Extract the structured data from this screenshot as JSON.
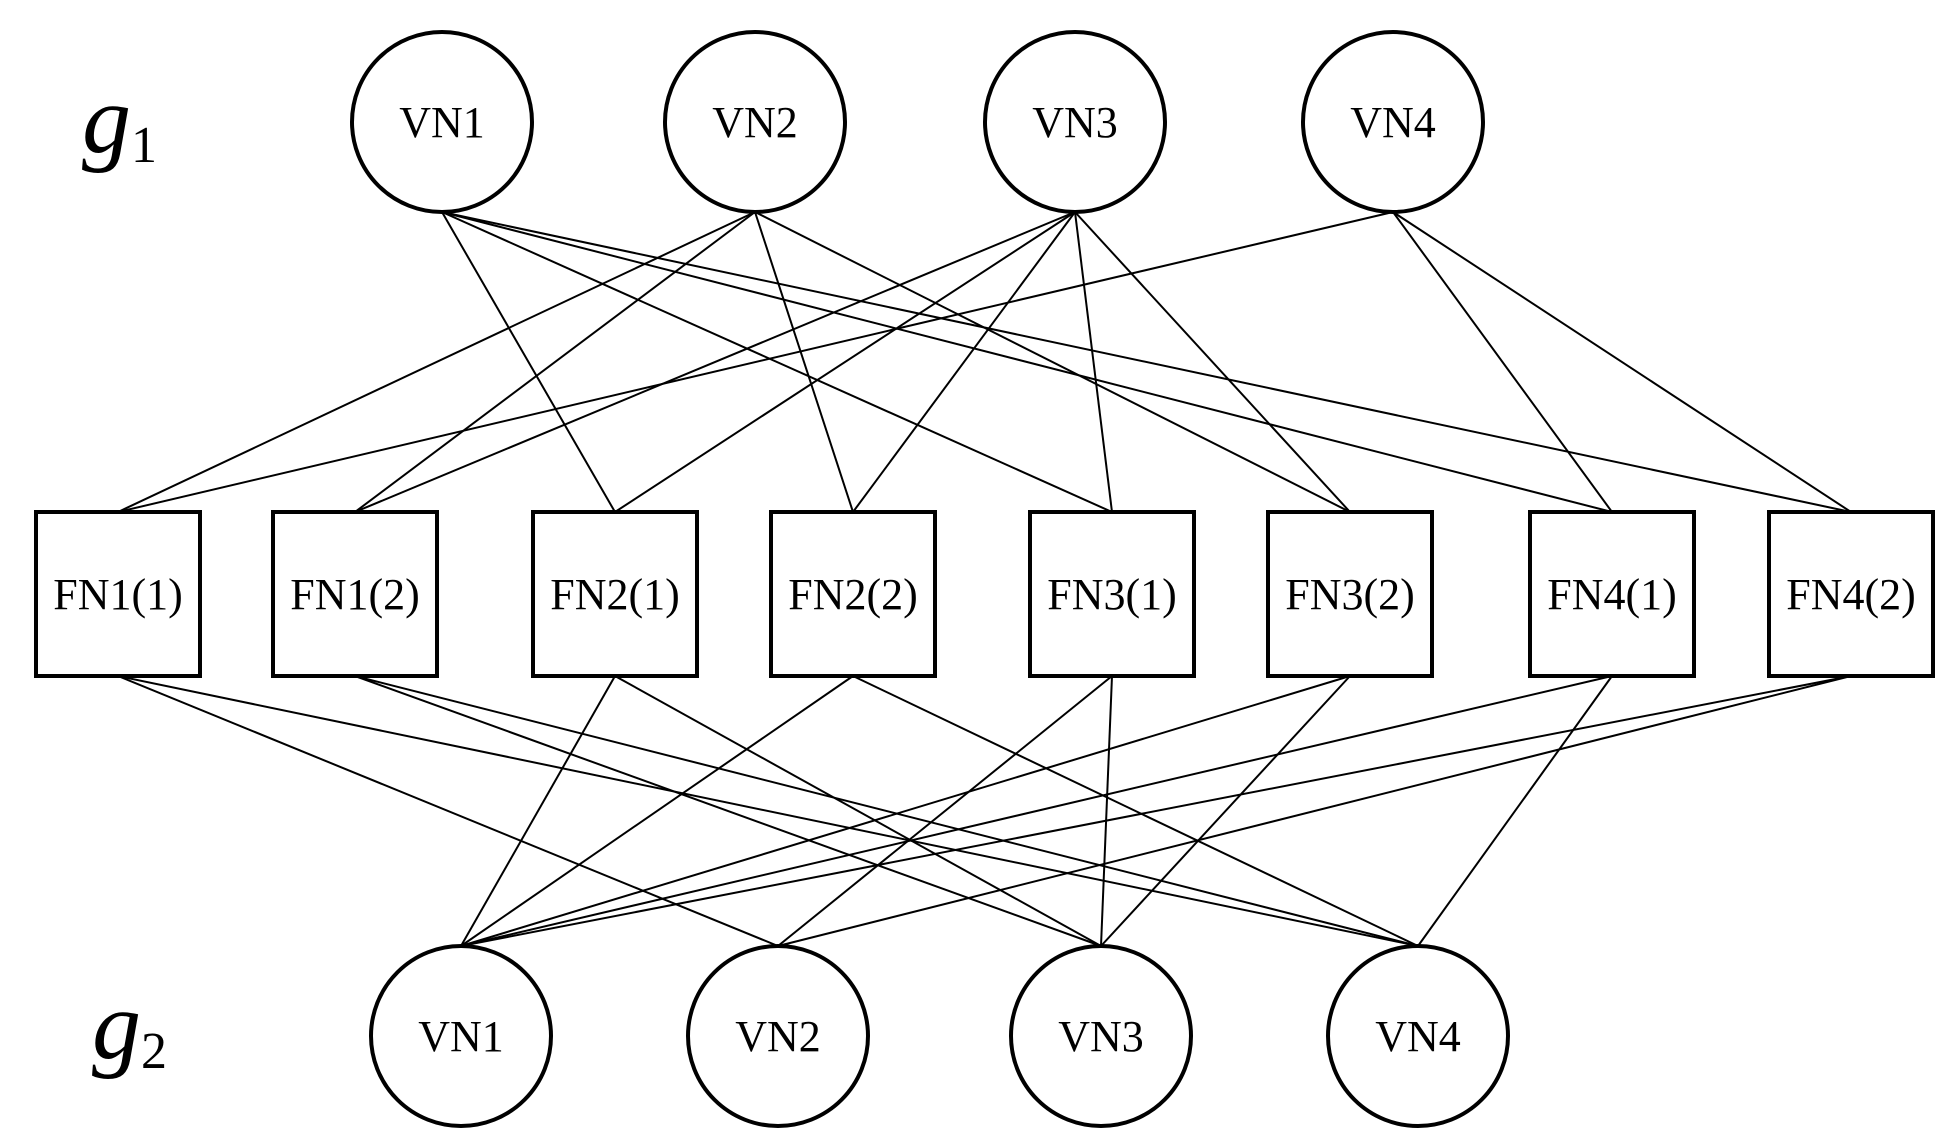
{
  "groups": [
    {
      "id": "g1",
      "label": "g",
      "subscript": "1"
    },
    {
      "id": "g2",
      "label": "g",
      "subscript": "2"
    }
  ],
  "top_variable_nodes": [
    "VN1",
    "VN2",
    "VN3",
    "VN4"
  ],
  "factor_nodes": [
    "FN1(1)",
    "FN1(2)",
    "FN2(1)",
    "FN2(2)",
    "FN3(1)",
    "FN3(2)",
    "FN4(1)",
    "FN4(2)"
  ],
  "bottom_variable_nodes": [
    "VN1",
    "VN2",
    "VN3",
    "VN4"
  ],
  "top_edges": [
    [
      "VN1",
      "FN2(1)"
    ],
    [
      "VN1",
      "FN3(1)"
    ],
    [
      "VN1",
      "FN4(1)"
    ],
    [
      "VN1",
      "FN4(2)"
    ],
    [
      "VN2",
      "FN1(1)"
    ],
    [
      "VN2",
      "FN1(2)"
    ],
    [
      "VN2",
      "FN2(2)"
    ],
    [
      "VN2",
      "FN3(2)"
    ],
    [
      "VN3",
      "FN1(2)"
    ],
    [
      "VN3",
      "FN2(1)"
    ],
    [
      "VN3",
      "FN2(2)"
    ],
    [
      "VN3",
      "FN3(1)"
    ],
    [
      "VN3",
      "FN3(2)"
    ],
    [
      "VN4",
      "FN1(1)"
    ],
    [
      "VN4",
      "FN4(1)"
    ],
    [
      "VN4",
      "FN4(2)"
    ]
  ],
  "bottom_edges": [
    [
      "FN1(1)",
      "VN2"
    ],
    [
      "FN1(1)",
      "VN4"
    ],
    [
      "FN1(2)",
      "VN3"
    ],
    [
      "FN1(2)",
      "VN4"
    ],
    [
      "FN2(1)",
      "VN1"
    ],
    [
      "FN2(1)",
      "VN3"
    ],
    [
      "FN2(2)",
      "VN1"
    ],
    [
      "FN2(2)",
      "VN4"
    ],
    [
      "FN3(1)",
      "VN2"
    ],
    [
      "FN3(1)",
      "VN3"
    ],
    [
      "FN3(2)",
      "VN1"
    ],
    [
      "FN3(2)",
      "VN3"
    ],
    [
      "FN4(1)",
      "VN1"
    ],
    [
      "FN4(1)",
      "VN4"
    ],
    [
      "FN4(2)",
      "VN1"
    ],
    [
      "FN4(2)",
      "VN2"
    ]
  ]
}
